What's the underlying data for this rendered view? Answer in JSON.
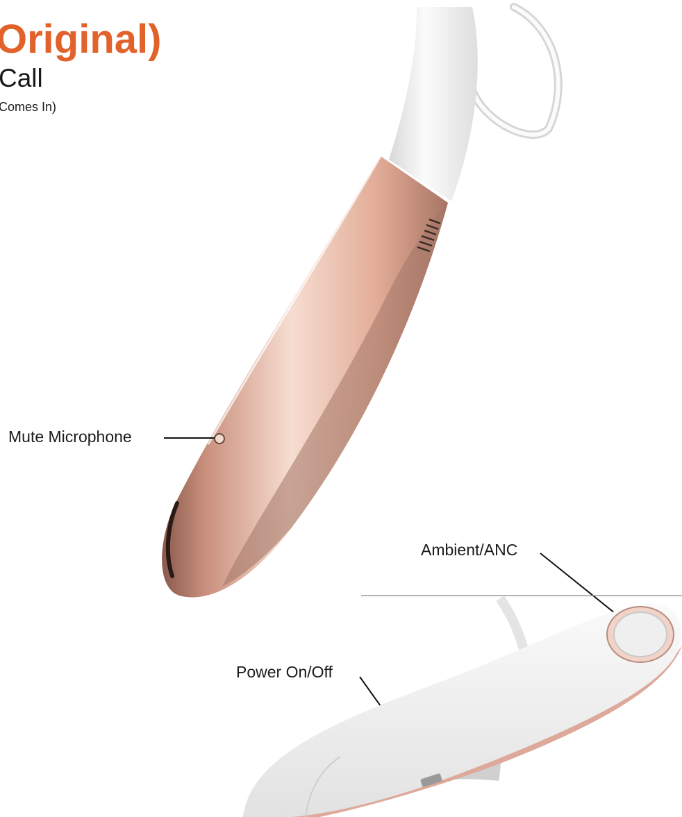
{
  "header": {
    "title": "Original)",
    "subtitle": "Call",
    "note": "Comes In)"
  },
  "labels": {
    "mute": "Mute Microphone",
    "ambient": "Ambient/ANC",
    "power": "Power On/Off"
  },
  "colors": {
    "title_accent": "#e2622c",
    "rose_gold": "#d9a593",
    "body_white": "#f2f2f2"
  }
}
